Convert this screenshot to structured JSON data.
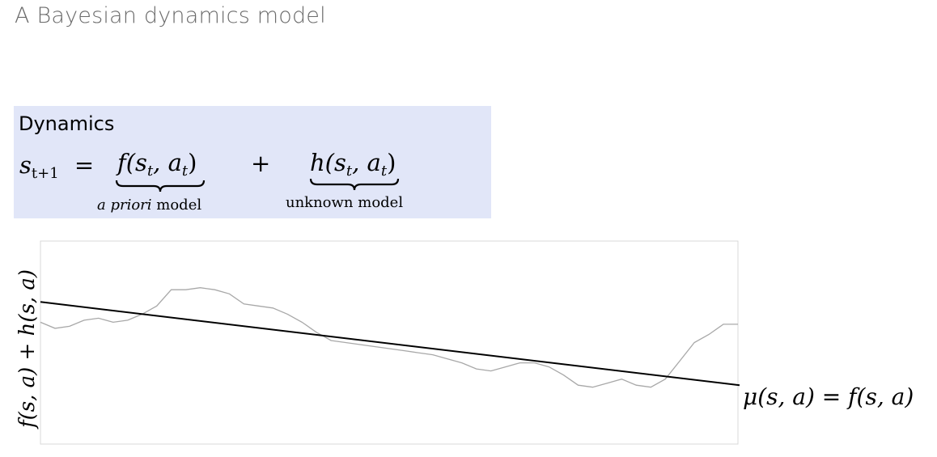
{
  "slide": {
    "title": "A Bayesian dynamics model"
  },
  "dynamics_block": {
    "heading": "Dynamics",
    "lhs": "s",
    "lhs_sub": "t+1",
    "equals": "=",
    "term_f": "f(s",
    "term_f_sub1": "t",
    "term_f_mid": ", a",
    "term_f_sub2": "t",
    "term_f_end": ")",
    "plus": "+",
    "term_h": "h(s",
    "term_h_sub1": "t",
    "term_h_mid": ", a",
    "term_h_sub2": "t",
    "term_h_end": ")",
    "label_prior_italic": "a priori",
    "label_prior_rest": " model",
    "label_unknown": "unknown model"
  },
  "figure": {
    "y_axis_label": "f(s, a) + h(s, a)",
    "mean_label": "μ(s, a) = f(s, a)",
    "prior_line": {
      "start": 0.3,
      "end": 0.71,
      "color": "#000000"
    },
    "true_curve_color": "#a8a8a8",
    "true_curve": [
      0.4,
      0.43,
      0.42,
      0.39,
      0.38,
      0.4,
      0.39,
      0.36,
      0.32,
      0.24,
      0.24,
      0.23,
      0.24,
      0.26,
      0.31,
      0.32,
      0.33,
      0.36,
      0.4,
      0.45,
      0.49,
      0.5,
      0.51,
      0.52,
      0.53,
      0.54,
      0.55,
      0.56,
      0.58,
      0.6,
      0.63,
      0.64,
      0.62,
      0.6,
      0.6,
      0.62,
      0.66,
      0.71,
      0.72,
      0.7,
      0.68,
      0.71,
      0.72,
      0.68,
      0.59,
      0.5,
      0.46,
      0.41,
      0.41
    ]
  }
}
